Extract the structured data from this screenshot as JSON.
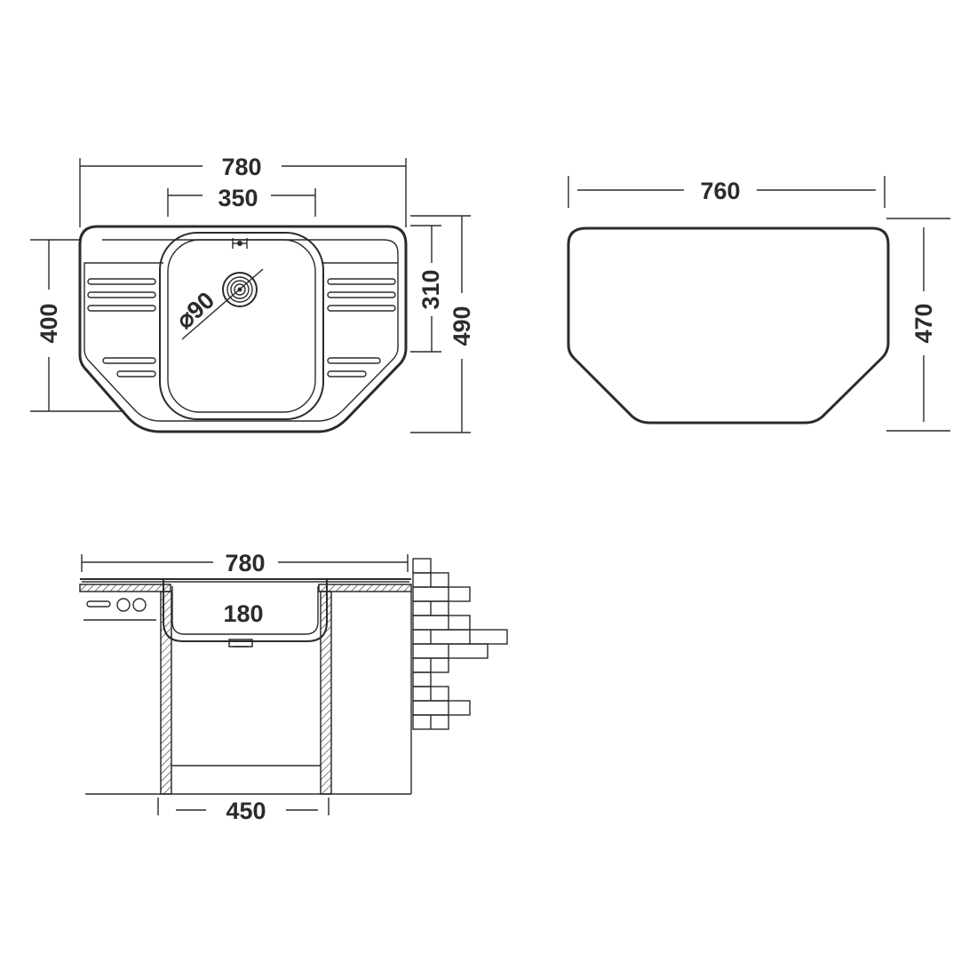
{
  "top_view": {
    "width_label": "780",
    "bowl_width_label": "350",
    "depth_left_label": "400",
    "bowl_depth_label": "310",
    "total_depth_label": "490",
    "drain_label": "⌀90"
  },
  "cutout_view": {
    "width_label": "760",
    "depth_label": "470"
  },
  "section_view": {
    "width_label": "780",
    "bowl_depth_label": "180",
    "cabinet_label": "450"
  }
}
